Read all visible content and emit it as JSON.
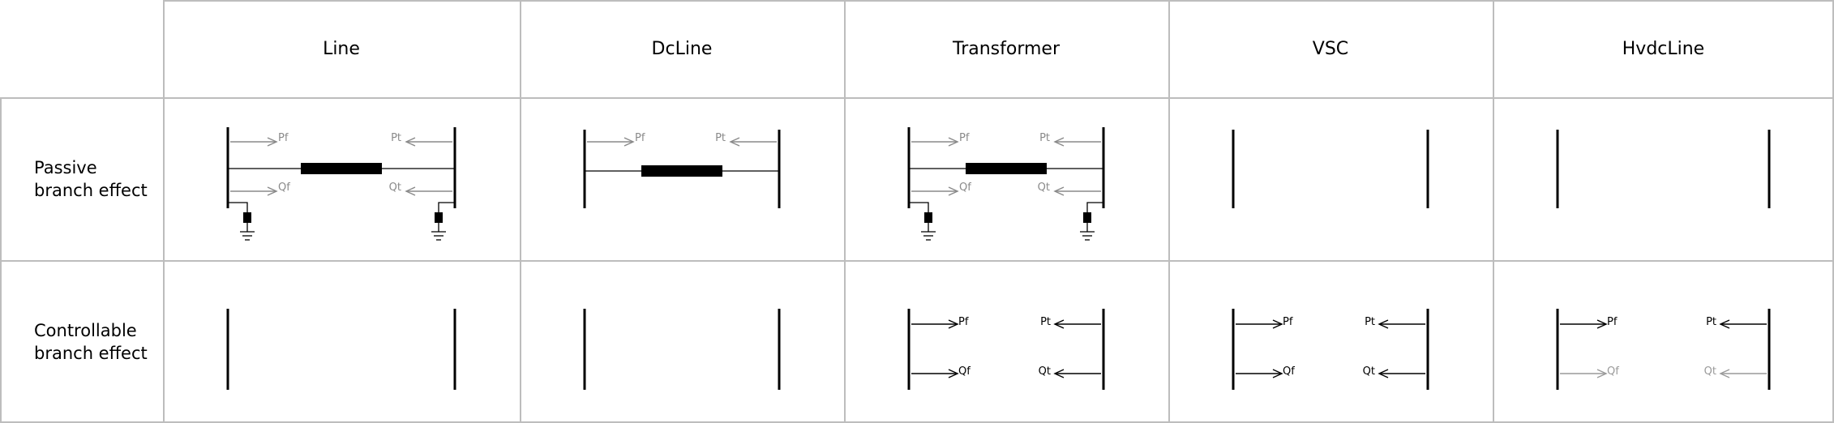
{
  "columns": [
    {
      "key": "line",
      "label": "Line"
    },
    {
      "key": "dcline",
      "label": "DcLine"
    },
    {
      "key": "transformer",
      "label": "Transformer"
    },
    {
      "key": "vsc",
      "label": "VSC"
    },
    {
      "key": "hvdcline",
      "label": "HvdcLine"
    }
  ],
  "rows": [
    {
      "key": "passive",
      "label_line1": "Passive",
      "label_line2": "branch effect"
    },
    {
      "key": "controllable",
      "label_line1": "Controllable",
      "label_line2": "branch effect"
    }
  ],
  "flow_labels": {
    "pf": "Pf",
    "pt": "Pt",
    "qf": "Qf",
    "qt": "Qt"
  },
  "colors": {
    "grid": "#bdbdbd",
    "passive_flow": "#8a8a8a",
    "active_flow": "#000000",
    "muted_flow": "#9a9a9a",
    "bus": "#000000"
  },
  "cells": {
    "passive": {
      "line": {
        "series_element": true,
        "pf_pt": "passive",
        "qf_qt": "passive",
        "shunt": true
      },
      "dcline": {
        "series_element": true,
        "pf_pt": "passive",
        "qf_qt": "none",
        "shunt": false
      },
      "transformer": {
        "series_element": true,
        "pf_pt": "passive",
        "qf_qt": "passive",
        "shunt": true
      },
      "vsc": {
        "series_element": false,
        "pf_pt": "none",
        "qf_qt": "none",
        "shunt": false
      },
      "hvdcline": {
        "series_element": false,
        "pf_pt": "none",
        "qf_qt": "none",
        "shunt": false
      }
    },
    "controllable": {
      "line": {
        "series_element": false,
        "pf_pt": "none",
        "qf_qt": "none",
        "shunt": false
      },
      "dcline": {
        "series_element": false,
        "pf_pt": "none",
        "qf_qt": "none",
        "shunt": false
      },
      "transformer": {
        "series_element": false,
        "pf_pt": "active",
        "qf_qt": "active",
        "shunt": false
      },
      "vsc": {
        "series_element": false,
        "pf_pt": "active",
        "qf_qt": "active",
        "shunt": false
      },
      "hvdcline": {
        "series_element": false,
        "pf_pt": "active",
        "qf_qt": "muted",
        "shunt": false
      }
    }
  }
}
